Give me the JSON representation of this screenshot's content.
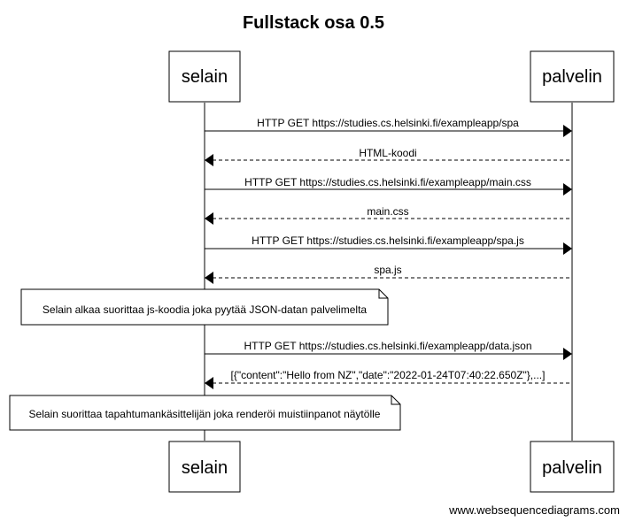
{
  "title": "Fullstack osa 0.5",
  "participants": {
    "browser": "selain",
    "server": "palvelin"
  },
  "messages": [
    {
      "from": "browser",
      "to": "server",
      "label": "HTTP GET https://studies.cs.helsinki.fi/exampleapp/spa",
      "style": "solid"
    },
    {
      "from": "server",
      "to": "browser",
      "label": "HTML-koodi",
      "style": "dashed"
    },
    {
      "from": "browser",
      "to": "server",
      "label": "HTTP GET https://studies.cs.helsinki.fi/exampleapp/main.css",
      "style": "solid"
    },
    {
      "from": "server",
      "to": "browser",
      "label": "main.css",
      "style": "dashed"
    },
    {
      "from": "browser",
      "to": "server",
      "label": "HTTP GET https://studies.cs.helsinki.fi/exampleapp/spa.js",
      "style": "solid"
    },
    {
      "from": "server",
      "to": "browser",
      "label": "spa.js",
      "style": "dashed"
    },
    {
      "note": "Selain alkaa suorittaa js-koodia joka pyytää JSON-datan palvelimelta"
    },
    {
      "from": "browser",
      "to": "server",
      "label": "HTTP GET https://studies.cs.helsinki.fi/exampleapp/data.json",
      "style": "solid"
    },
    {
      "from": "server",
      "to": "browser",
      "label": "[{\"content\":\"Hello from NZ\",\"date\":\"2022-01-24T07:40:22.650Z\"},...]",
      "style": "dashed"
    },
    {
      "note": "Selain suorittaa tapahtumankäsittelijän joka renderöi muistiinpanot näytölle"
    }
  ],
  "footer": "www.websequencediagrams.com"
}
